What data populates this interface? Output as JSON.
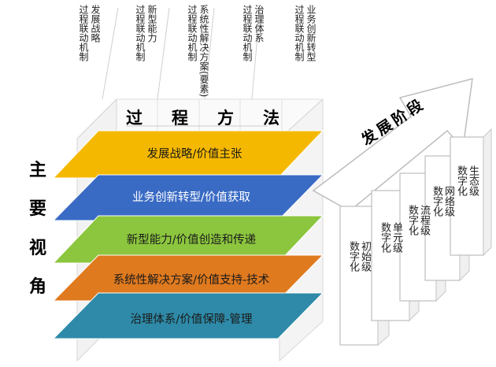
{
  "process_methods": {
    "columns": [
      "发展战略\n过程联动机制",
      "新型能力\n过程联动机制",
      "系统性解决方案(要素)\n过程联动机制",
      "治理体系\n过程联动机制",
      "业务创新转型\n过程联动机制"
    ],
    "title_chars": [
      "过",
      "程",
      "方",
      "法"
    ]
  },
  "main_perspective": {
    "title_chars": [
      "主",
      "要",
      "视",
      "角"
    ],
    "layers": [
      {
        "label": "发展战略/价值主张",
        "color": "#f5b800",
        "text_color": "#1a1a1a"
      },
      {
        "label": "业务创新转型/价值获取",
        "color": "#3a6bc4",
        "text_color": "#ffffff"
      },
      {
        "label": "新型能力/价值创造和传递",
        "color": "#8cc63f",
        "text_color": "#1a1a1a"
      },
      {
        "label": "系统性解决方案/价值支持-技术",
        "color": "#e07a1f",
        "text_color": "#1a1a1a"
      },
      {
        "label": "治理体系/价值保障-管理",
        "color": "#2e8aa8",
        "text_color": "#1a1a1a"
      }
    ]
  },
  "development_stages": {
    "title": "发展阶段",
    "stages": [
      {
        "label": "初始级\n数字化"
      },
      {
        "label": "单元级\n数字化"
      },
      {
        "label": "流程级\n数字化"
      },
      {
        "label": "网络级\n数字化"
      },
      {
        "label": "生态级\n数字化"
      }
    ]
  }
}
